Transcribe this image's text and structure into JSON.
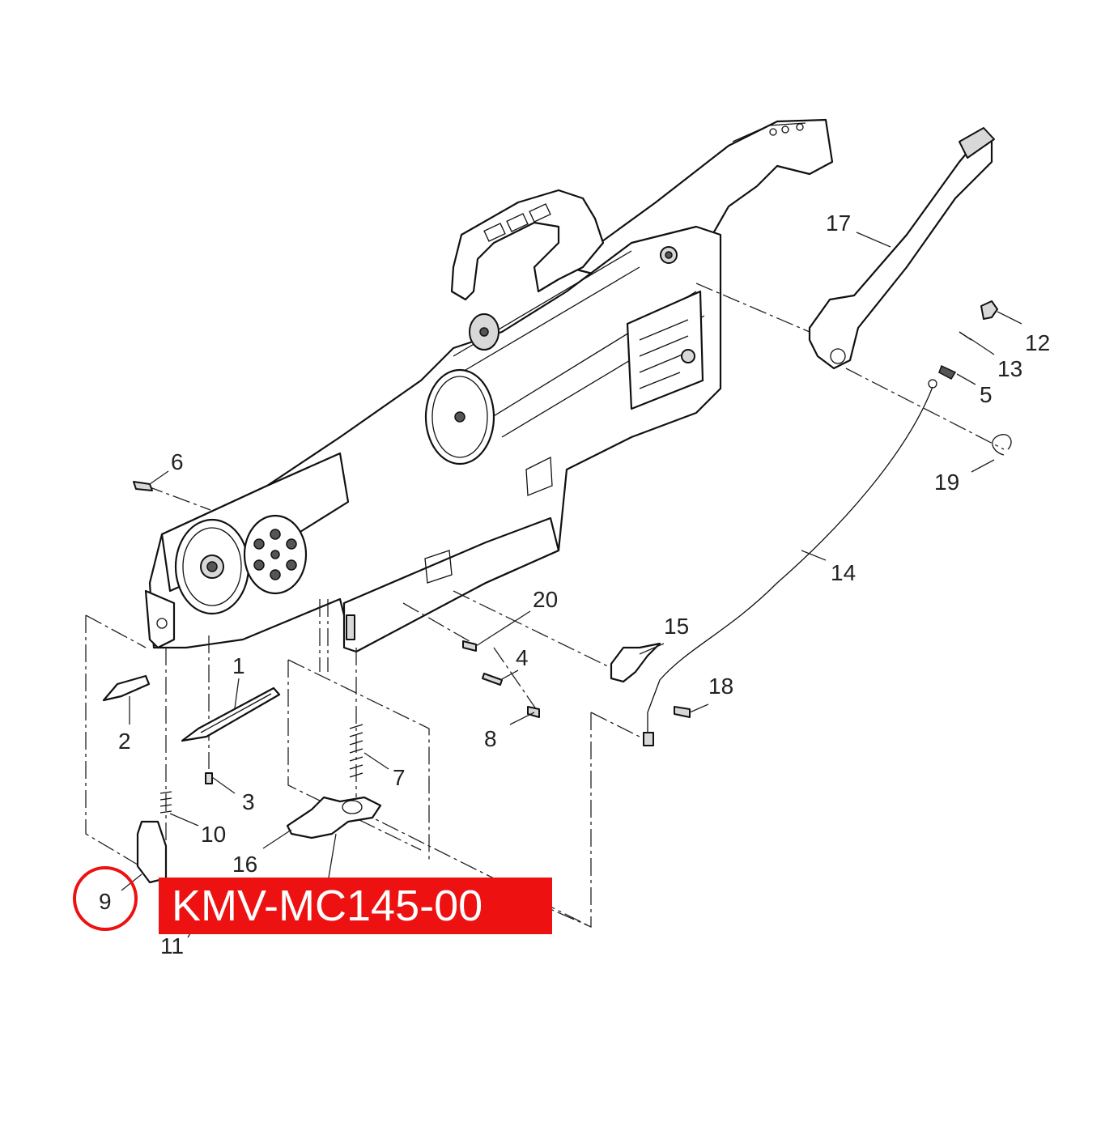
{
  "banner": {
    "text": "KMV-MC145-00",
    "color": "#ee1111",
    "text_color": "#ffffff"
  },
  "highlight": {
    "label": "9",
    "color": "#ee1111"
  },
  "callouts": {
    "c1": "1",
    "c2": "2",
    "c3": "3",
    "c4": "4",
    "c5": "5",
    "c6": "6",
    "c7": "7",
    "c8": "8",
    "c9": "9",
    "c10": "10",
    "c11": "11",
    "c12": "12",
    "c13": "13",
    "c14": "14",
    "c15": "15",
    "c16": "16",
    "c17": "17",
    "c18": "18",
    "c19": "19",
    "c20": "20"
  }
}
